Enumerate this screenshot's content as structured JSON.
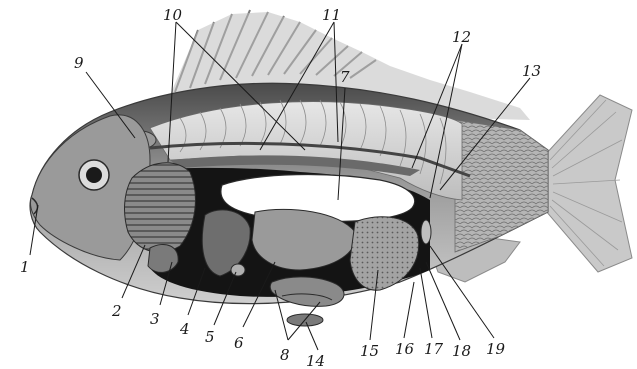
{
  "figure": {
    "labels": [
      "1",
      "2",
      "3",
      "4",
      "5",
      "6",
      "7",
      "8",
      "9",
      "10",
      "11",
      "12",
      "13",
      "14",
      "15",
      "16",
      "17",
      "18",
      "19"
    ]
  },
  "colors": {
    "ink": "#1a1a1a",
    "body_light": "#d9d9d9",
    "body_mid": "#a8a8a8",
    "body_dark": "#5a5a5a",
    "cavity": "#111111",
    "swim_bladder": "#ffffff",
    "organ": "#8c8c8c"
  }
}
